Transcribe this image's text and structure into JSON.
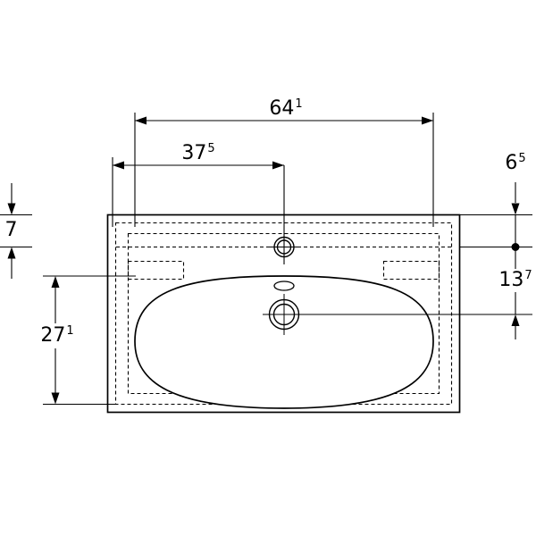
{
  "dimensions": {
    "width_total": {
      "value": "64",
      "sup": "1"
    },
    "tap_offset_x": {
      "value": "37",
      "sup": "5"
    },
    "right_offset": {
      "value": "6",
      "sup": "5"
    },
    "left_offset": {
      "value": "7",
      "sup": ""
    },
    "drain_offset_y": {
      "value": "13",
      "sup": "7"
    },
    "front_depth": {
      "value": "27",
      "sup": "1"
    }
  },
  "colors": {
    "line": "#000000",
    "background": "#ffffff"
  }
}
